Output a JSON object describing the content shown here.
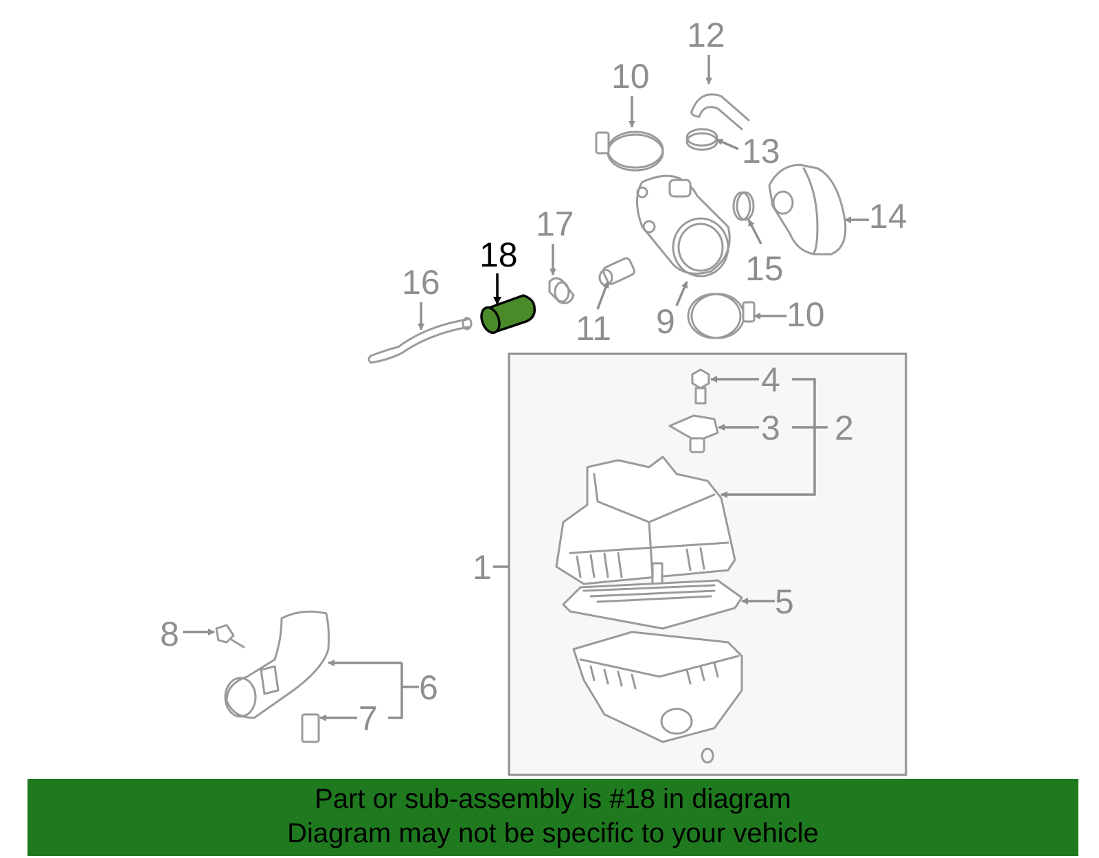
{
  "diagram": {
    "labels": {
      "p1": "1",
      "p2": "2",
      "p3": "3",
      "p4": "4",
      "p5": "5",
      "p6": "6",
      "p7": "7",
      "p8": "8",
      "p9": "9",
      "p10a": "10",
      "p10b": "10",
      "p11": "11",
      "p12": "12",
      "p13": "13",
      "p14": "14",
      "p15": "15",
      "p16": "16",
      "p17": "17",
      "p18": "18"
    },
    "highlight_part": "18",
    "colors": {
      "label_gray": "#8f8f8f",
      "highlight_part_fill": "#4a8a2a",
      "banner_bg": "#1f7a1f",
      "box_bg": "#f7f7f7"
    }
  },
  "banner": {
    "line1": "Part or sub-assembly is #18 in diagram",
    "line2": "Diagram may not be specific to your vehicle"
  }
}
